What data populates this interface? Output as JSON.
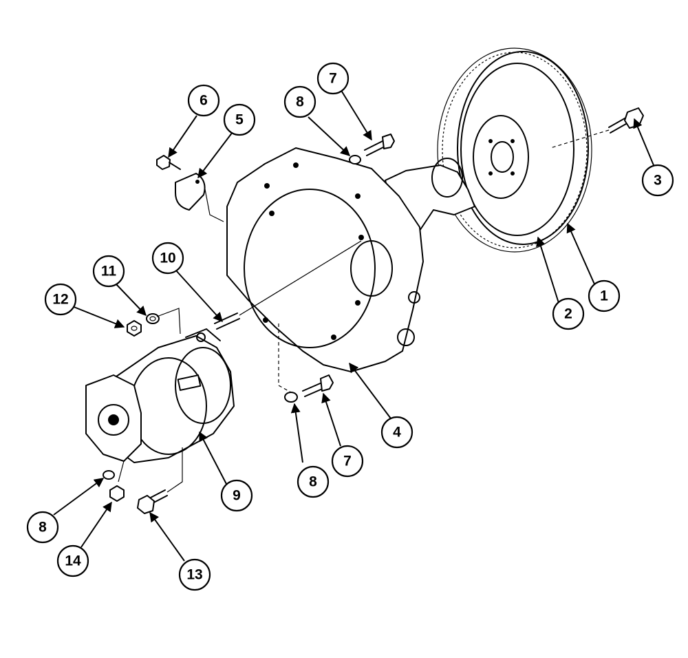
{
  "callouts": [
    {
      "id": "c1",
      "label": "1"
    },
    {
      "id": "c2",
      "label": "2"
    },
    {
      "id": "c3",
      "label": "3"
    },
    {
      "id": "c4",
      "label": "4"
    },
    {
      "id": "c5",
      "label": "5"
    },
    {
      "id": "c6",
      "label": "6"
    },
    {
      "id": "c7a",
      "label": "7"
    },
    {
      "id": "c7b",
      "label": "7"
    },
    {
      "id": "c8a",
      "label": "8"
    },
    {
      "id": "c8b",
      "label": "8"
    },
    {
      "id": "c8c",
      "label": "8"
    },
    {
      "id": "c9",
      "label": "9"
    },
    {
      "id": "c10",
      "label": "10"
    },
    {
      "id": "c11",
      "label": "11"
    },
    {
      "id": "c12",
      "label": "12"
    },
    {
      "id": "c13",
      "label": "13"
    },
    {
      "id": "c14",
      "label": "14"
    }
  ]
}
